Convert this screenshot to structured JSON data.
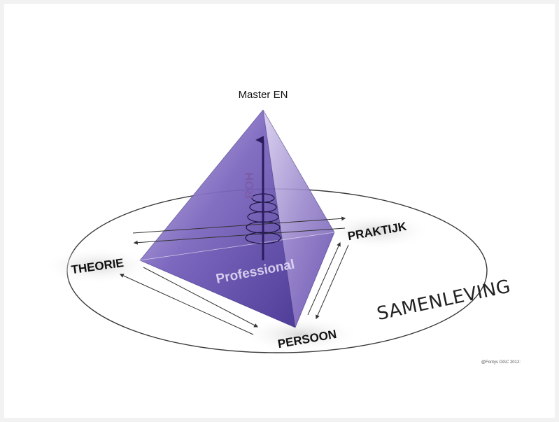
{
  "labels": {
    "apex": "Master EN",
    "theory": "THEORIE",
    "practice": "PRAKTIJK",
    "person": "PERSOON",
    "society": "SAMENLEVING",
    "professional": "Professional",
    "roh": "ROH",
    "copyright": "@Fontys OGC 2012:"
  },
  "colors": {
    "pyramid_left": "#5b4aa6",
    "pyramid_right": "#7a64b8",
    "pyramid_light": "#b7a9dd",
    "arrow": "#2b1b5e",
    "ellipse": "#333333"
  }
}
